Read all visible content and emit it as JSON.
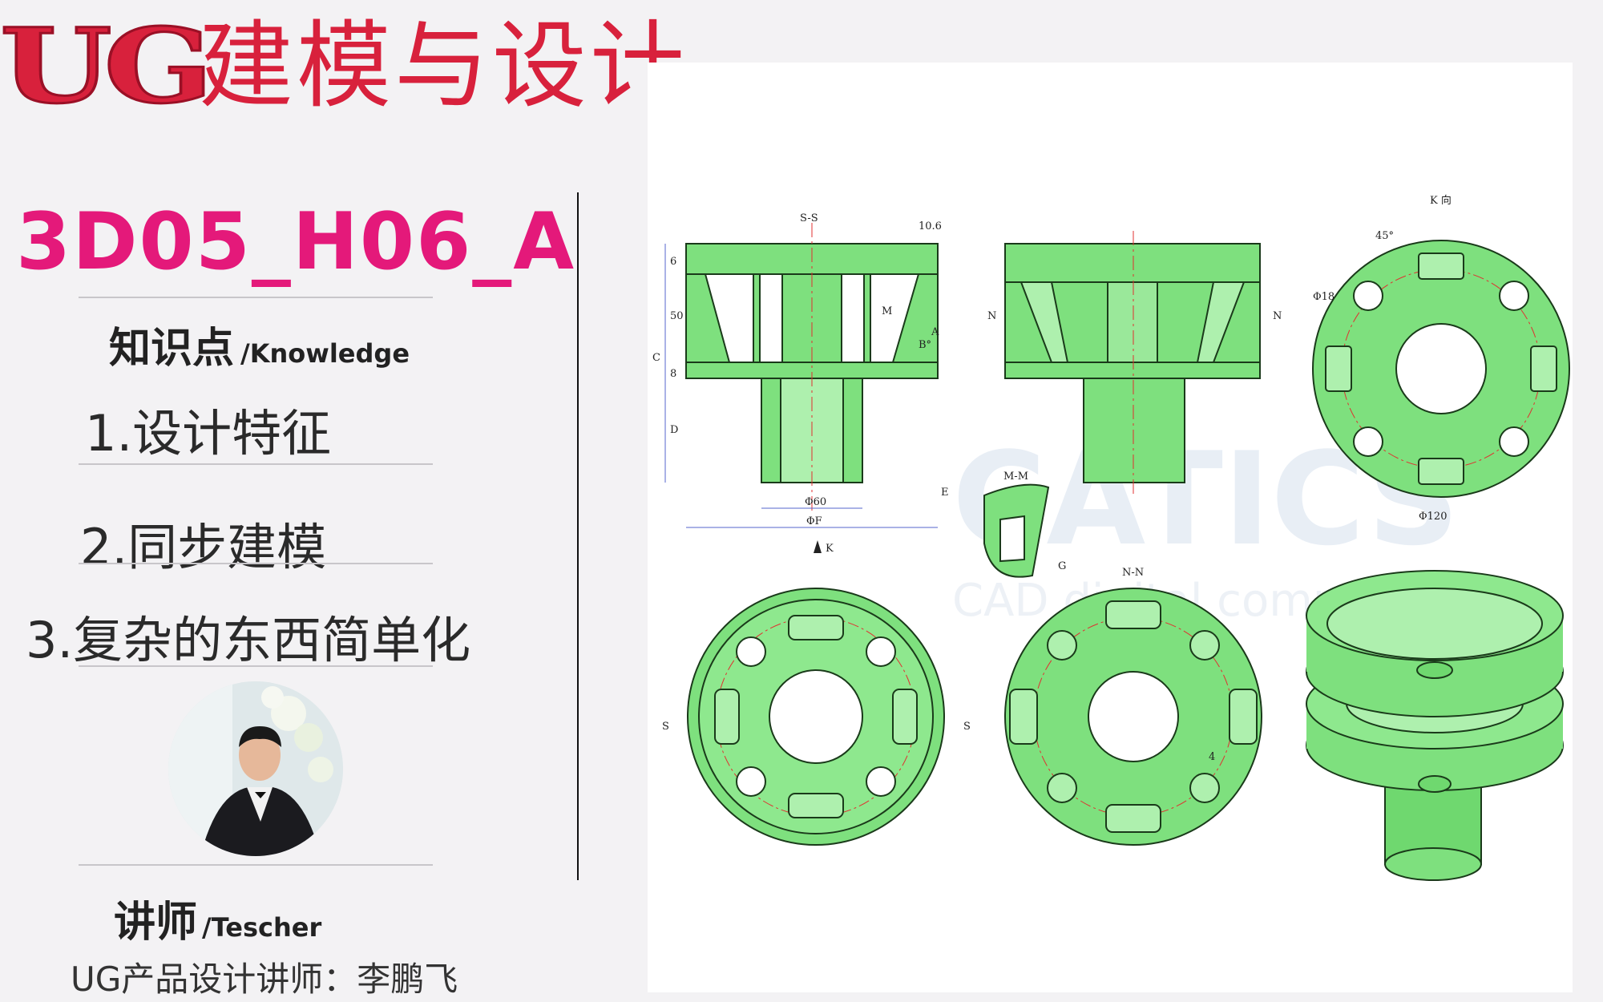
{
  "header": {
    "logo_text": "UG",
    "title": "建模与设计"
  },
  "lesson": {
    "code": "3D05_H06_A",
    "knowledge_cn": "知识点",
    "knowledge_en": "/Knowledge",
    "points": [
      "1.设计特征",
      "2.同步建模",
      "3.复杂的东西简单化"
    ]
  },
  "teacher": {
    "label_cn": "讲师",
    "label_en": "/Tescher",
    "name": "UG产品设计讲师：李鹏飞"
  },
  "drawing": {
    "labels": {
      "section_s": "S-S",
      "dim_top": "10.6",
      "view_k": "K 向",
      "angle_45": "45°",
      "dia_18": "Φ18",
      "dia_60": "Φ60",
      "dia_f": "ΦF",
      "dia_120": "Φ120",
      "section_m": "M-M",
      "section_n": "N-N",
      "k_arrow": "K",
      "s_left": "S",
      "s_right": "S",
      "m_label": "M",
      "n_label": "N",
      "dim_6": "6",
      "dim_50": "50",
      "dim_8": "8",
      "dim_c": "C",
      "dim_d": "D",
      "dim_e": "E",
      "dim_a": "A",
      "dim_b": "B°",
      "dim_g": "G",
      "dim_4": "4"
    },
    "watermark": "CATICS",
    "watermark_sub": "CAD digital competition",
    "colors": {
      "part_fill": "#7ee07e",
      "part_stroke": "#1a3a1a",
      "center_line": "#e03030",
      "dim_line": "#5566cc"
    }
  }
}
